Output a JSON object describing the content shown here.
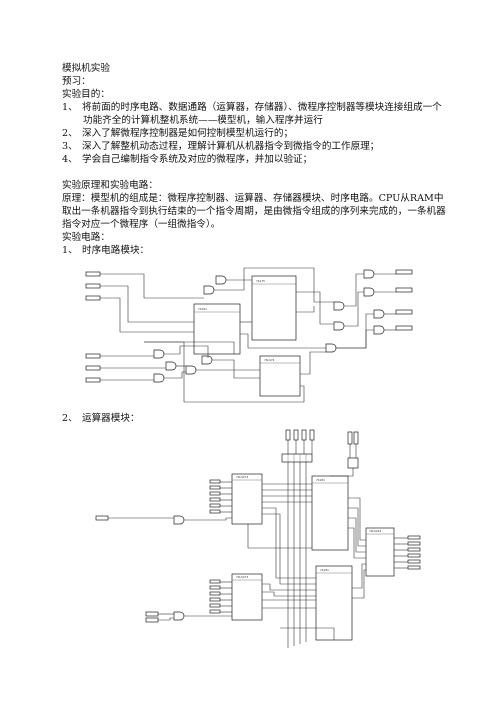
{
  "doc": {
    "title": "模拟机实验",
    "preview": "预习：",
    "purpose_heading": "实验目的：",
    "purposes": [
      {
        "n": "1、",
        "text": "将前面的时序电路、数据通路（运算器，存储器）、微程序控制器等模块连接组成一个"
      },
      {
        "n": "",
        "text": "功能齐全的计算机整机系统——模型机，输入程序并运行"
      },
      {
        "n": "2、",
        "text": "深入了解微程序控制器是如何控制模型机运行的；"
      },
      {
        "n": "3、",
        "text": "深入了解整机动态过程，理解计算机从机器指令到微指令的工作原理；"
      },
      {
        "n": "4、",
        "text": "学会自己编制指令系统及对应的微程序，并加以验证；"
      }
    ],
    "principle_heading": "实验原理和实验电路：",
    "principle_lines": [
      "原理：模型机的组成是：微程序控制器、运算器、存储器模块、时序电路。CPU从RAM中",
      "取出一条机器指令到执行结束的一个指令周期，是由微指令组成的序列来完成的，一条机器",
      "指令对应一个微程序（一组微指令）。"
    ],
    "circuit_heading": "实验电路：",
    "sections": [
      {
        "n": "1、",
        "text": "时序电路模块："
      },
      {
        "n": "2、",
        "text": "运算器模块："
      }
    ]
  }
}
